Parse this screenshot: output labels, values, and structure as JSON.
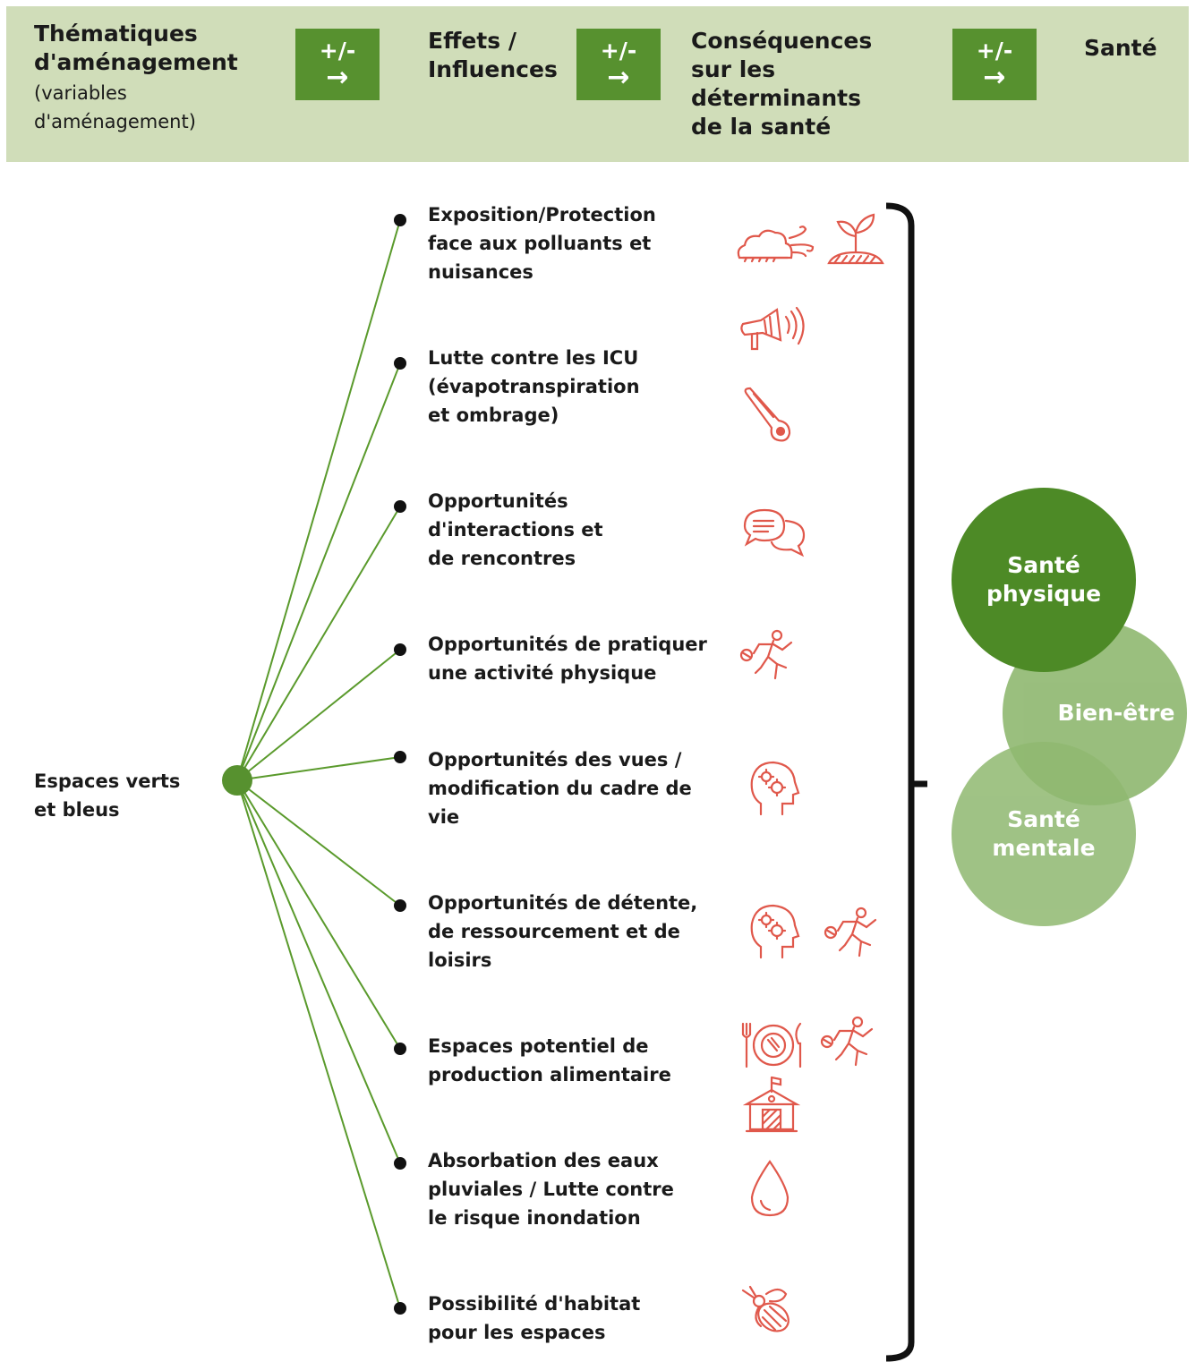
{
  "header": {
    "col1_title": "Thématiques d'aménagement",
    "col1_sub": "(variables d'aménagement)",
    "col2_title": "Effets / Influences",
    "col3_title": "Conséquences sur les déterminants de la santé",
    "col4_title": "Santé",
    "arrow_plusminus": "+/-",
    "arrow_symbol": "→"
  },
  "source": {
    "label": "Espaces verts et bleus"
  },
  "effects": [
    {
      "label": "Exposition/Protection face aux polluants et nuisances",
      "icons": [
        "cloud-wind-icon",
        "plant-sprout-icon",
        "megaphone-noise-icon"
      ]
    },
    {
      "label": "Lutte contre les ICU (évapotranspiration et ombrage)",
      "icons": [
        "thermometer-icon"
      ]
    },
    {
      "label": "Opportunités d'interactions et de rencontres",
      "icons": [
        "speech-bubbles-icon"
      ]
    },
    {
      "label": "Opportunités de pratiquer une activité physique",
      "icons": [
        "running-person-icon"
      ]
    },
    {
      "label": "Opportunités des vues / modification du cadre de vie",
      "icons": [
        "head-gears-icon"
      ]
    },
    {
      "label": "Opportunités de détente, de ressourcement et de loisirs",
      "icons": [
        "head-gears-icon",
        "running-person-icon"
      ]
    },
    {
      "label": "Espaces potentiel de production alimentaire",
      "icons": [
        "plate-cutlery-icon",
        "running-person-icon",
        "school-building-icon"
      ]
    },
    {
      "label": "Absorbation des eaux pluviales / Lutte contre le risque inondation",
      "icons": [
        "water-drop-icon"
      ]
    },
    {
      "label": "Possibilité d'habitat pour les espaces",
      "icons": [
        "insect-bee-icon"
      ]
    }
  ],
  "health": {
    "physique": "Santé physique",
    "bienetre": "Bien-être",
    "mentale": "Santé mentale"
  },
  "colors": {
    "header_bg": "#d0ddb9",
    "accent_green": "#57912f",
    "line_green": "#5a9a2c",
    "icon_red": "#e0584b",
    "circle_dark": "#4d8a26",
    "circle_light": "#8fb870"
  }
}
